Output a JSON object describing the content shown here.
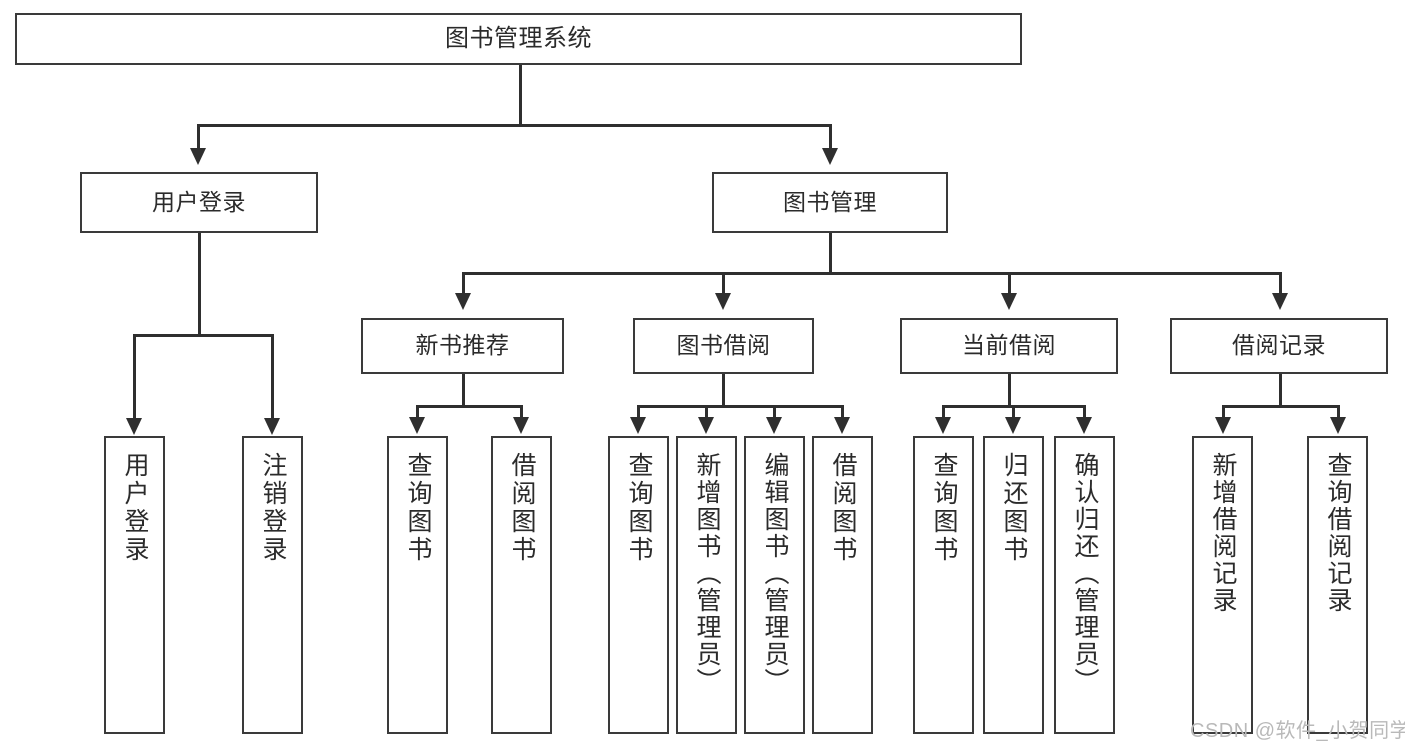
{
  "diagram": {
    "title": "图书管理系统",
    "root": {
      "label": "图书管理系统"
    },
    "level1": [
      {
        "label": "用户登录"
      },
      {
        "label": "图书管理"
      }
    ],
    "level2": [
      {
        "label": "新书推荐"
      },
      {
        "label": "图书借阅"
      },
      {
        "label": "当前借阅"
      },
      {
        "label": "借阅记录"
      }
    ],
    "leaves": {
      "user_login": [
        {
          "label": "用户登录"
        },
        {
          "label": "注销登录"
        }
      ],
      "new_book": [
        {
          "label": "查询图书"
        },
        {
          "label": "借阅图书"
        }
      ],
      "book_borrow": [
        {
          "label": "查询图书"
        },
        {
          "label": "新增图书（管理员）"
        },
        {
          "label": "编辑图书（管理员）"
        },
        {
          "label": "借阅图书"
        }
      ],
      "current_borrow": [
        {
          "label": "查询图书"
        },
        {
          "label": "归还图书"
        },
        {
          "label": "确认归还（管理员）"
        }
      ],
      "borrow_record": [
        {
          "label": "新增借阅记录"
        },
        {
          "label": "查询借阅记录"
        }
      ]
    }
  },
  "watermark": {
    "text": "CSDN @软件_小贺同学"
  },
  "colors": {
    "stroke": "#3a3a3a",
    "connector": "#2f2f2f",
    "text": "#2b2b2b",
    "background": "#ffffff",
    "watermark": "#b9b9b9"
  }
}
